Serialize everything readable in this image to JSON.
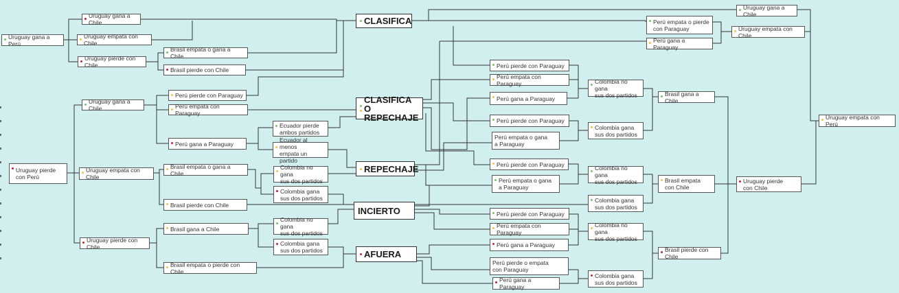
{
  "colors": {
    "background": "#d2eff0",
    "green": "#7cbf74",
    "yellow": "#f2c14e",
    "red": "#c0273a",
    "line": "#333333"
  },
  "outcomes": {
    "clasifica": "CLASIFICA",
    "clasifica_o_repechaje": "CLASIFICA O\nREPECHAJE",
    "repechaje": "REPECHAJE",
    "incierto": "INCIERTO",
    "afuera": "AFUERA"
  },
  "nodes": [
    {
      "id": "n1",
      "text": "Uruguay gana a Perú",
      "dot": "green"
    },
    {
      "id": "n2",
      "text": "Uruguay gana a Chile",
      "dot": "red"
    },
    {
      "id": "n3",
      "text": "Uruguay empata con Chile",
      "dot": "yellow"
    },
    {
      "id": "n4",
      "text": "Uruguay pierde con Chile",
      "dot": "red"
    },
    {
      "id": "n5",
      "text": "Brasil empata o gana a Chile",
      "dot": "green"
    },
    {
      "id": "n6",
      "text": "Brasil pierde con Chile",
      "dot": "red"
    },
    {
      "id": "n7",
      "text": "Uruguay gana a Chile",
      "dot": "green"
    },
    {
      "id": "n8",
      "text": "Perú pierde con Paraguay",
      "dot": "yellow"
    },
    {
      "id": "n9",
      "text": "Perú empata con Paraguay",
      "dot": "yellow"
    },
    {
      "id": "n10",
      "text": "Perú gana a Paraguay",
      "dot": "red"
    },
    {
      "id": "n11",
      "text": "Ecuador pierde\nambos partidos",
      "dot": "green"
    },
    {
      "id": "n12",
      "text": "Ecuador al menos\nempata un partido",
      "dot": "yellow"
    },
    {
      "id": "n13",
      "text": "Uruguay pierde\ncon Perú",
      "dot": "red"
    },
    {
      "id": "n14",
      "text": "Uruguay empata con Chile",
      "dot": "yellow"
    },
    {
      "id": "n15",
      "text": "Brasil empata o gana a Chile",
      "dot": "yellow"
    },
    {
      "id": "n16",
      "text": "Brasil pierde con Chile",
      "dot": "yellow"
    },
    {
      "id": "n17",
      "text": "Colombia no gana\nsus dos partidos",
      "dot": "yellow"
    },
    {
      "id": "n18",
      "text": "Colombia gana\nsus dos partidos",
      "dot": "red"
    },
    {
      "id": "n19",
      "text": "Uruguay pierde con  Chile",
      "dot": "red"
    },
    {
      "id": "n20",
      "text": "Brasil gana a Chile",
      "dot": "yellow"
    },
    {
      "id": "n21",
      "text": "Brasil empata o pierde con Chile",
      "dot": "yellow"
    },
    {
      "id": "n22",
      "text": "Colombia no gana\nsus dos partidos",
      "dot": "green"
    },
    {
      "id": "n23",
      "text": "Colombia gana\nsus dos partidos",
      "dot": "red"
    },
    {
      "id": "n24",
      "text": "Uruguay gana a Chile",
      "dot": "green"
    },
    {
      "id": "n25",
      "text": "Perú empata o pierde\ncon Paraguay",
      "dot": "green"
    },
    {
      "id": "n26",
      "text": "Perú gana a Paraguay",
      "dot": "yellow"
    },
    {
      "id": "n27",
      "text": "Uruguay empata con Chile",
      "dot": "yellow"
    },
    {
      "id": "n28",
      "text": "Uruguay empata con Perú",
      "dot": "yellow"
    },
    {
      "id": "n29",
      "text": "Perú pierde con Paraguay",
      "dot": "green"
    },
    {
      "id": "n30",
      "text": "Perú empata con Paraguay",
      "dot": "yellow"
    },
    {
      "id": "n31",
      "text": "Perú gana a Paraguay",
      "dot": "yellow"
    },
    {
      "id": "n32",
      "text": "Perú pierde con Paraguay",
      "dot": "green"
    },
    {
      "id": "n33",
      "text": "Perú empata o gana\na Paraguay",
      "dot": ""
    },
    {
      "id": "n34",
      "text": "Colombia no gana\nsus dos partidos",
      "dot": "green"
    },
    {
      "id": "n35",
      "text": "Colombia gana\nsus dos partidos",
      "dot": "yellow"
    },
    {
      "id": "n36",
      "text": "Brasil gana a Chile",
      "dot": "green"
    },
    {
      "id": "n37",
      "text": "Perú pierde con Paraguay",
      "dot": "yellow"
    },
    {
      "id": "n38",
      "text": "Perú empata o gana\na Paraguay",
      "dot": "green"
    },
    {
      "id": "n39",
      "text": "Colombia no gana\nsus dos partidos",
      "dot": "green"
    },
    {
      "id": "n40",
      "text": "Colombia gana\nsus dos partidos",
      "dot": "green"
    },
    {
      "id": "n41",
      "text": "Brasil empata\ncon Chile",
      "dot": "yellow"
    },
    {
      "id": "n42",
      "text": "Uruguay pierde\ncon Chile",
      "dot": "red"
    },
    {
      "id": "n43",
      "text": "Perú pierde con Paraguay",
      "dot": "green"
    },
    {
      "id": "n44",
      "text": "Perú empata con Paraguay",
      "dot": "yellow"
    },
    {
      "id": "n45",
      "text": "Perú gana a Paraguay",
      "dot": "red"
    },
    {
      "id": "n46",
      "text": "Perú pierde o empata\ncon Paraguay",
      "dot": ""
    },
    {
      "id": "n47",
      "text": "Perú gana a Paraguay",
      "dot": "red"
    },
    {
      "id": "n48",
      "text": "Colombia no gana\nsus dos partidos",
      "dot": "yellow"
    },
    {
      "id": "n49",
      "text": "Colombia gana\nsus dos partidos",
      "dot": "red"
    },
    {
      "id": "n50",
      "text": "Brasil pierde con Chile",
      "dot": "red"
    }
  ]
}
